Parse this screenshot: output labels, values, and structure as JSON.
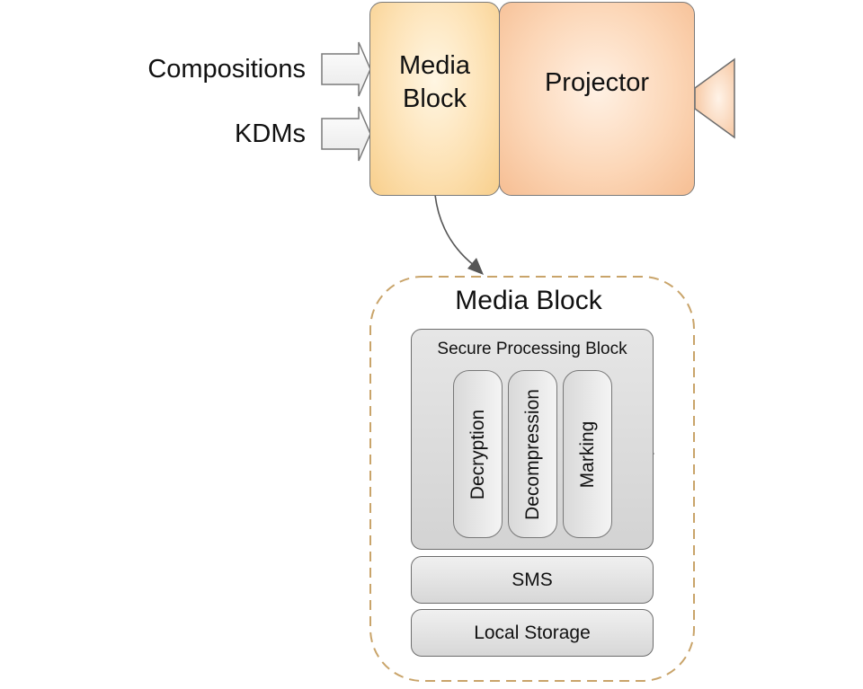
{
  "inputs": {
    "compositions": "Compositions",
    "kdms": "KDMs"
  },
  "top_blocks": {
    "media_block_line1": "Media",
    "media_block_line2": "Block",
    "projector": "Projector"
  },
  "media_block_detail": {
    "title": "Media Block",
    "secure_processing_block": {
      "label": "Secure Processing Block",
      "stages": [
        "Decryption",
        "Decompression",
        "Marking"
      ]
    },
    "sms": "SMS",
    "local_storage": "Local Storage"
  },
  "colors": {
    "media_block_fill": "#fde2b5",
    "projector_fill": "#fcd7b8",
    "dashed_border": "#c9a46a"
  }
}
